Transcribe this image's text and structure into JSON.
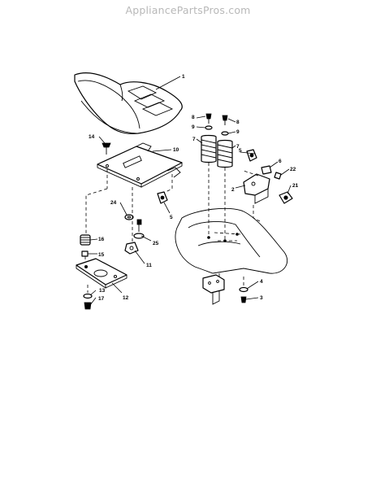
{
  "watermark": "AppliancePartsPros.com",
  "callouts": [
    "1",
    "2",
    "3",
    "4",
    "5",
    "5",
    "6",
    "7",
    "7",
    "8",
    "8",
    "9",
    "9",
    "10",
    "11",
    "12",
    "13",
    "14",
    "15",
    "16",
    "17",
    "21",
    "22",
    "24",
    "25"
  ]
}
